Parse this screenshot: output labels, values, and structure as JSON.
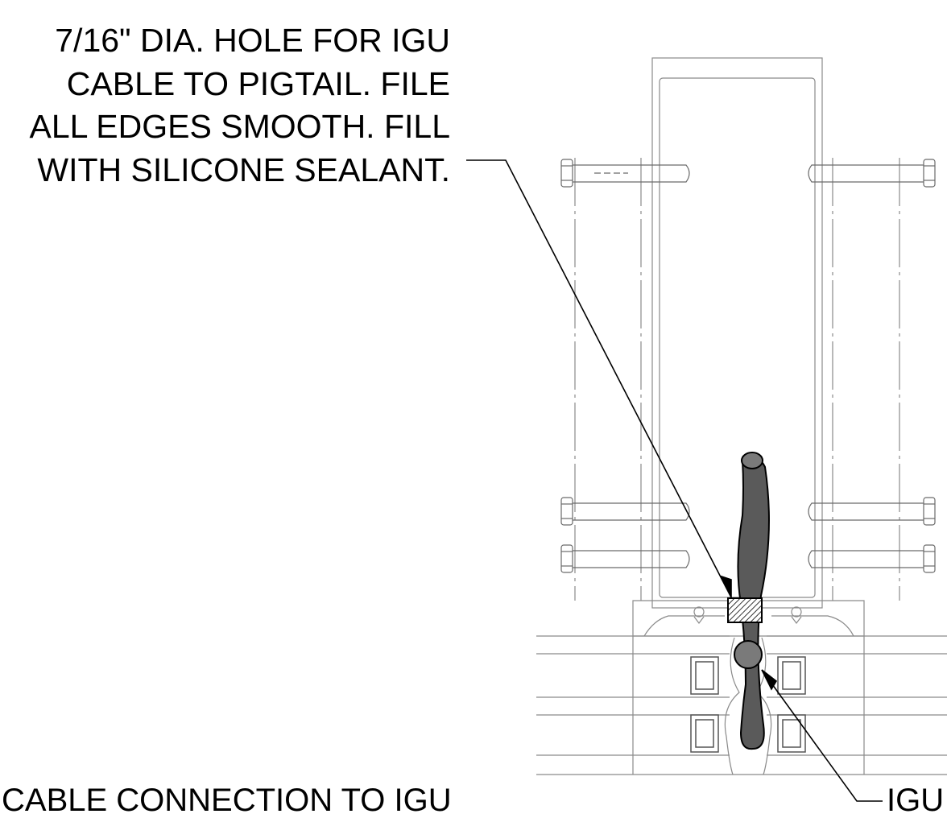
{
  "annotations": {
    "hole_note_lines": [
      "7/16\" DIA. HOLE FOR IGU",
      "CABLE TO PIGTAIL. FILE",
      "ALL EDGES SMOOTH. FILL",
      "WITH SILICONE SEALANT."
    ],
    "bottom_title": "CABLE CONNECTION TO IGU",
    "igu_label": "IGU"
  },
  "colors": {
    "line": "#000000",
    "light_line": "#8a8a8a",
    "cable_fill": "#5a5a5a"
  }
}
